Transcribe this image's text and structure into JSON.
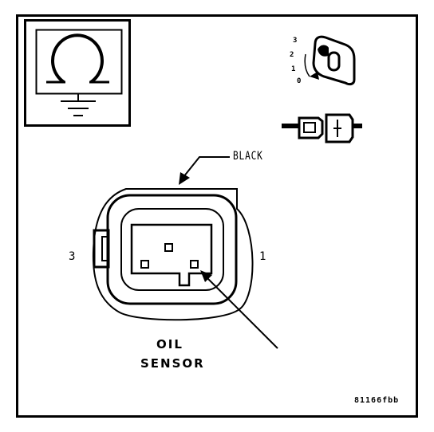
{
  "labels": {
    "wire_color": "BLACK",
    "pin_left": "3",
    "pin_right": "1",
    "component_line1": "OIL",
    "component_line2": "SENSOR",
    "figure_code": "81166fbb"
  },
  "ignition_positions": [
    "3",
    "2",
    "1",
    "0"
  ],
  "icons": {
    "sensor_symbol": "ohm-ground-symbol-icon",
    "ignition": "ignition-key-icon",
    "connector": "connector-icon"
  },
  "colors": {
    "line": "#000000",
    "background": "#ffffff"
  }
}
